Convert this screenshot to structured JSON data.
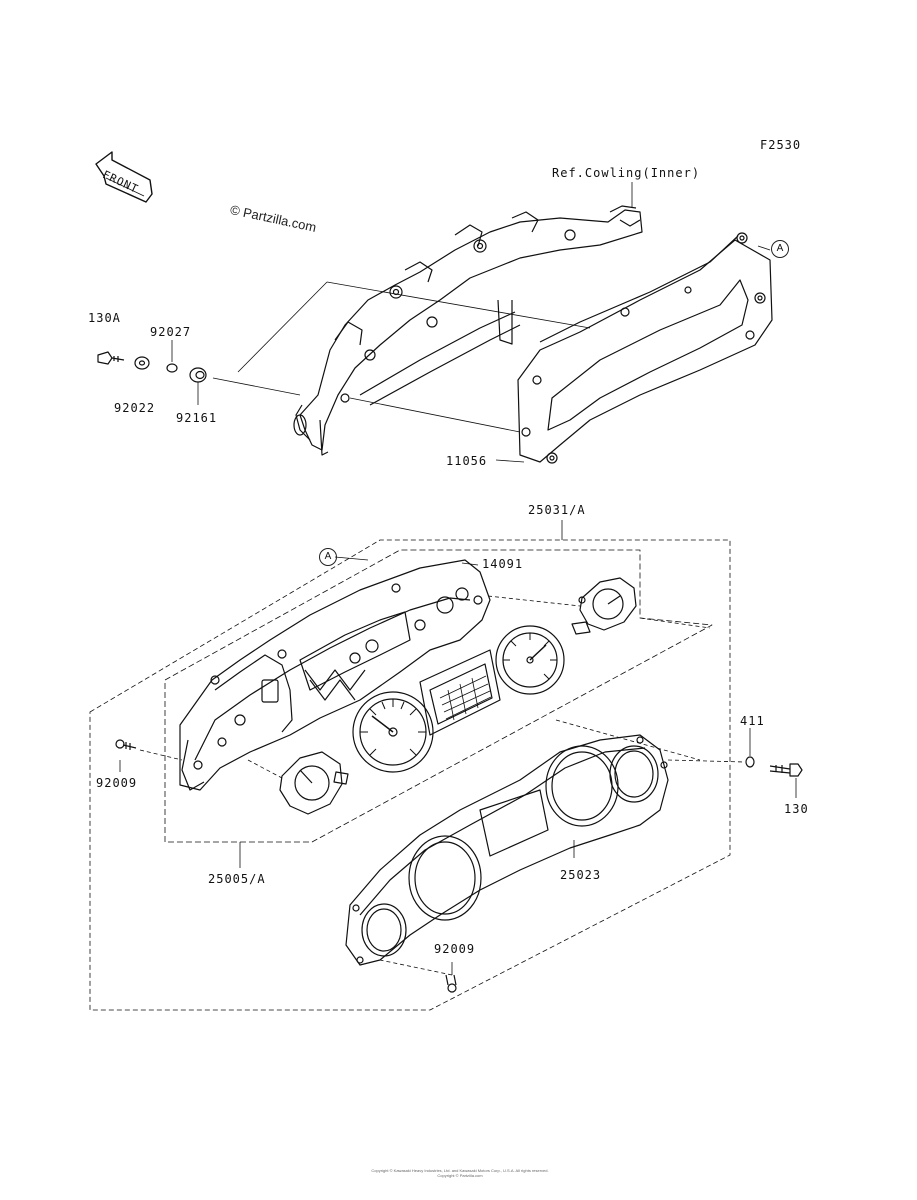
{
  "diagram_code": "F2530",
  "copyright": "© Partzilla.com",
  "front_label": "FRONT",
  "reference": "Ref.Cowling(Inner)",
  "callout": "A",
  "parts": {
    "p130A": "130A",
    "p92027": "92027",
    "p92022": "92022",
    "p92161": "92161",
    "p11056": "11056",
    "p25031A": "25031/A",
    "p14091": "14091",
    "p411": "411",
    "p92009_left": "92009",
    "p130": "130",
    "p25005A": "25005/A",
    "p25023": "25023",
    "p92009_bottom": "92009"
  },
  "footer": [
    "Copyright © Kawasaki Heavy Industries, Ltd. and Kawasaki Motors Corp., U.S.A. All rights reserved.",
    "Copyright © Partzilla.com"
  ]
}
